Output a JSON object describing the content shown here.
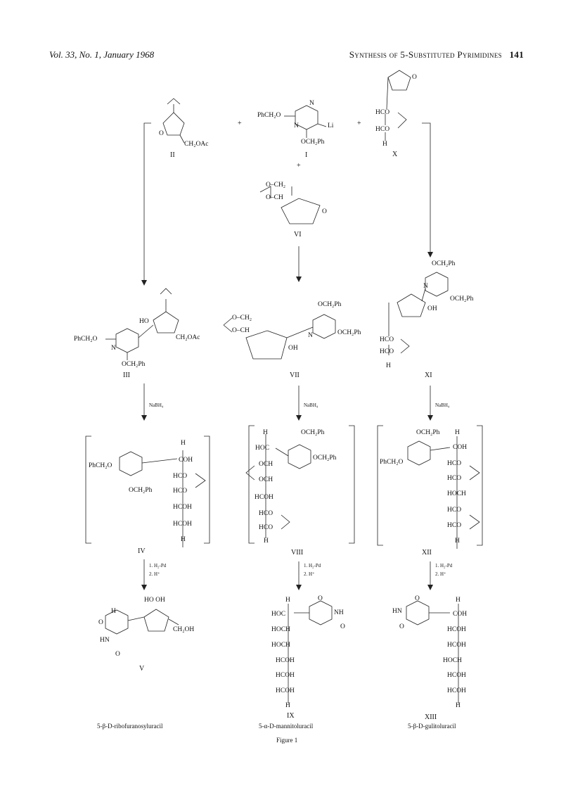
{
  "header": {
    "left": "Vol. 33, No. 1, January 1968",
    "right": "Synthesis of 5-Substituted Pyrimidines",
    "page": "141"
  },
  "compounds": {
    "II": {
      "id": "II",
      "label": "CH₂OAc",
      "o_label": "O"
    },
    "I": {
      "id": "I",
      "left": "PhCH₂O",
      "N1": "N",
      "N2": "N",
      "li": "Li",
      "bottom": "OCH₂Ph"
    },
    "X": {
      "id": "X",
      "hco1": "HCO",
      "hco2": "HCO",
      "h": "H",
      "o": "O"
    },
    "VI": {
      "id": "VI",
      "och2": "O–CH₂",
      "och": "O–CH",
      "o": "O"
    },
    "III": {
      "id": "III",
      "ho": "HO",
      "ch2oac": "CH₂OAc",
      "left": "PhCH₂O",
      "n": "N",
      "bottom": "OCH₂Ph"
    },
    "VII": {
      "id": "VII",
      "och2": "O–CH₂",
      "och": "O–CH",
      "top": "OCH₂Ph",
      "right": "OCH₂Ph",
      "oh": "OH",
      "n": "N"
    },
    "XI": {
      "id": "XI",
      "top": "OCH₂Ph",
      "right": "OCH₂Ph",
      "oh": "OH",
      "hco1": "HCO",
      "hco2": "HCO",
      "h": "H",
      "n": "N"
    },
    "IV": {
      "id": "IV",
      "left": "PhCH₂O",
      "bottom": "OCH₂Ph",
      "chain": [
        "H",
        "COH",
        "HCO",
        "HCO",
        "HCOH",
        "HCOH",
        "H"
      ]
    },
    "VIII": {
      "id": "VIII",
      "top": "OCH₂Ph",
      "right": "OCH₂Ph",
      "chain": [
        "H",
        "HOC",
        "OCH",
        "OCH",
        "HCOH",
        "HCO",
        "HCO",
        "H"
      ]
    },
    "XII": {
      "id": "XII",
      "top": "OCH₂Ph",
      "left": "PhCH₂O",
      "chain": [
        "H",
        "COH",
        "HCO",
        "HCO",
        "HOCH",
        "HCO",
        "HCO",
        "H"
      ]
    },
    "V": {
      "id": "V",
      "top": "HO  OH",
      "ch2oh": "CH₂OH",
      "o": "O",
      "hn": "HN",
      "h": "H"
    },
    "IX": {
      "id": "IX",
      "chain": [
        "H",
        "HOC",
        "HOCH",
        "HOCH",
        "HCOH",
        "HCOH",
        "HCOH",
        "H"
      ],
      "nh": "NH",
      "o": "O"
    },
    "XIII": {
      "id": "XIII",
      "hn": "HN",
      "chain": [
        "H",
        "COH",
        "HCOH",
        "HCOH",
        "HOCH",
        "HCOH",
        "HCOH",
        "H"
      ],
      "o": "O"
    }
  },
  "reagents": {
    "nabh4_1": "NaBH₄",
    "nabh4_2": "NaBH₄",
    "nabh4_3": "NaBH₄",
    "step1": "1. H₂-Pd",
    "step2": "2. H⁺"
  },
  "captions": {
    "V": "5-β-D-ribofuranosyluracil",
    "IX": "5-α-D-mannitoluracil",
    "XIII": "5-β-D-gulitoluracil",
    "figure": "Figure 1"
  },
  "plus": "+"
}
